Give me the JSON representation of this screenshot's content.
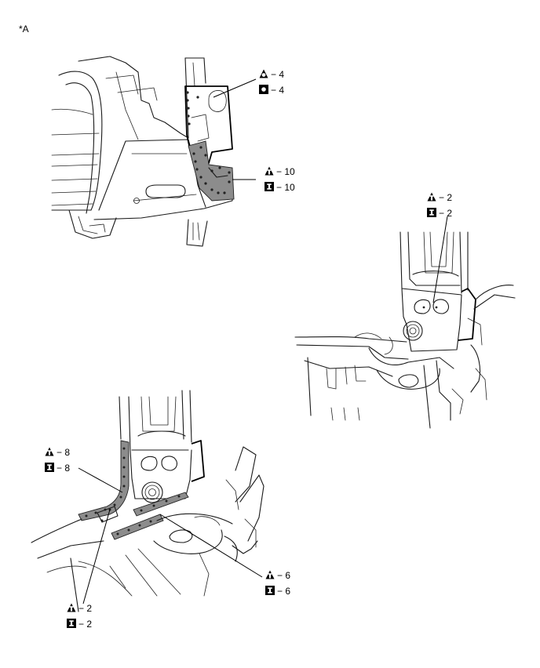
{
  "figure_id": "*A",
  "callouts": {
    "top": [
      {
        "icon": "circle-triangle",
        "text": "− 4"
      },
      {
        "icon": "circle-square",
        "text": "− 4"
      },
      {
        "icon": "spot-triangle",
        "text": "− 10"
      },
      {
        "icon": "spot-square",
        "text": "− 10"
      }
    ],
    "right": [
      {
        "icon": "spot-triangle",
        "text": "− 2"
      },
      {
        "icon": "spot-square",
        "text": "− 2"
      }
    ],
    "bottom_left_upper": [
      {
        "icon": "spot-triangle",
        "text": "− 8"
      },
      {
        "icon": "spot-square",
        "text": "− 8"
      }
    ],
    "bottom_right": [
      {
        "icon": "spot-triangle",
        "text": "− 6"
      },
      {
        "icon": "spot-square",
        "text": "− 6"
      }
    ],
    "bottom_left_lower": [
      {
        "icon": "spot-triangle",
        "text": "− 2"
      },
      {
        "icon": "spot-square",
        "text": "− 2"
      }
    ]
  }
}
